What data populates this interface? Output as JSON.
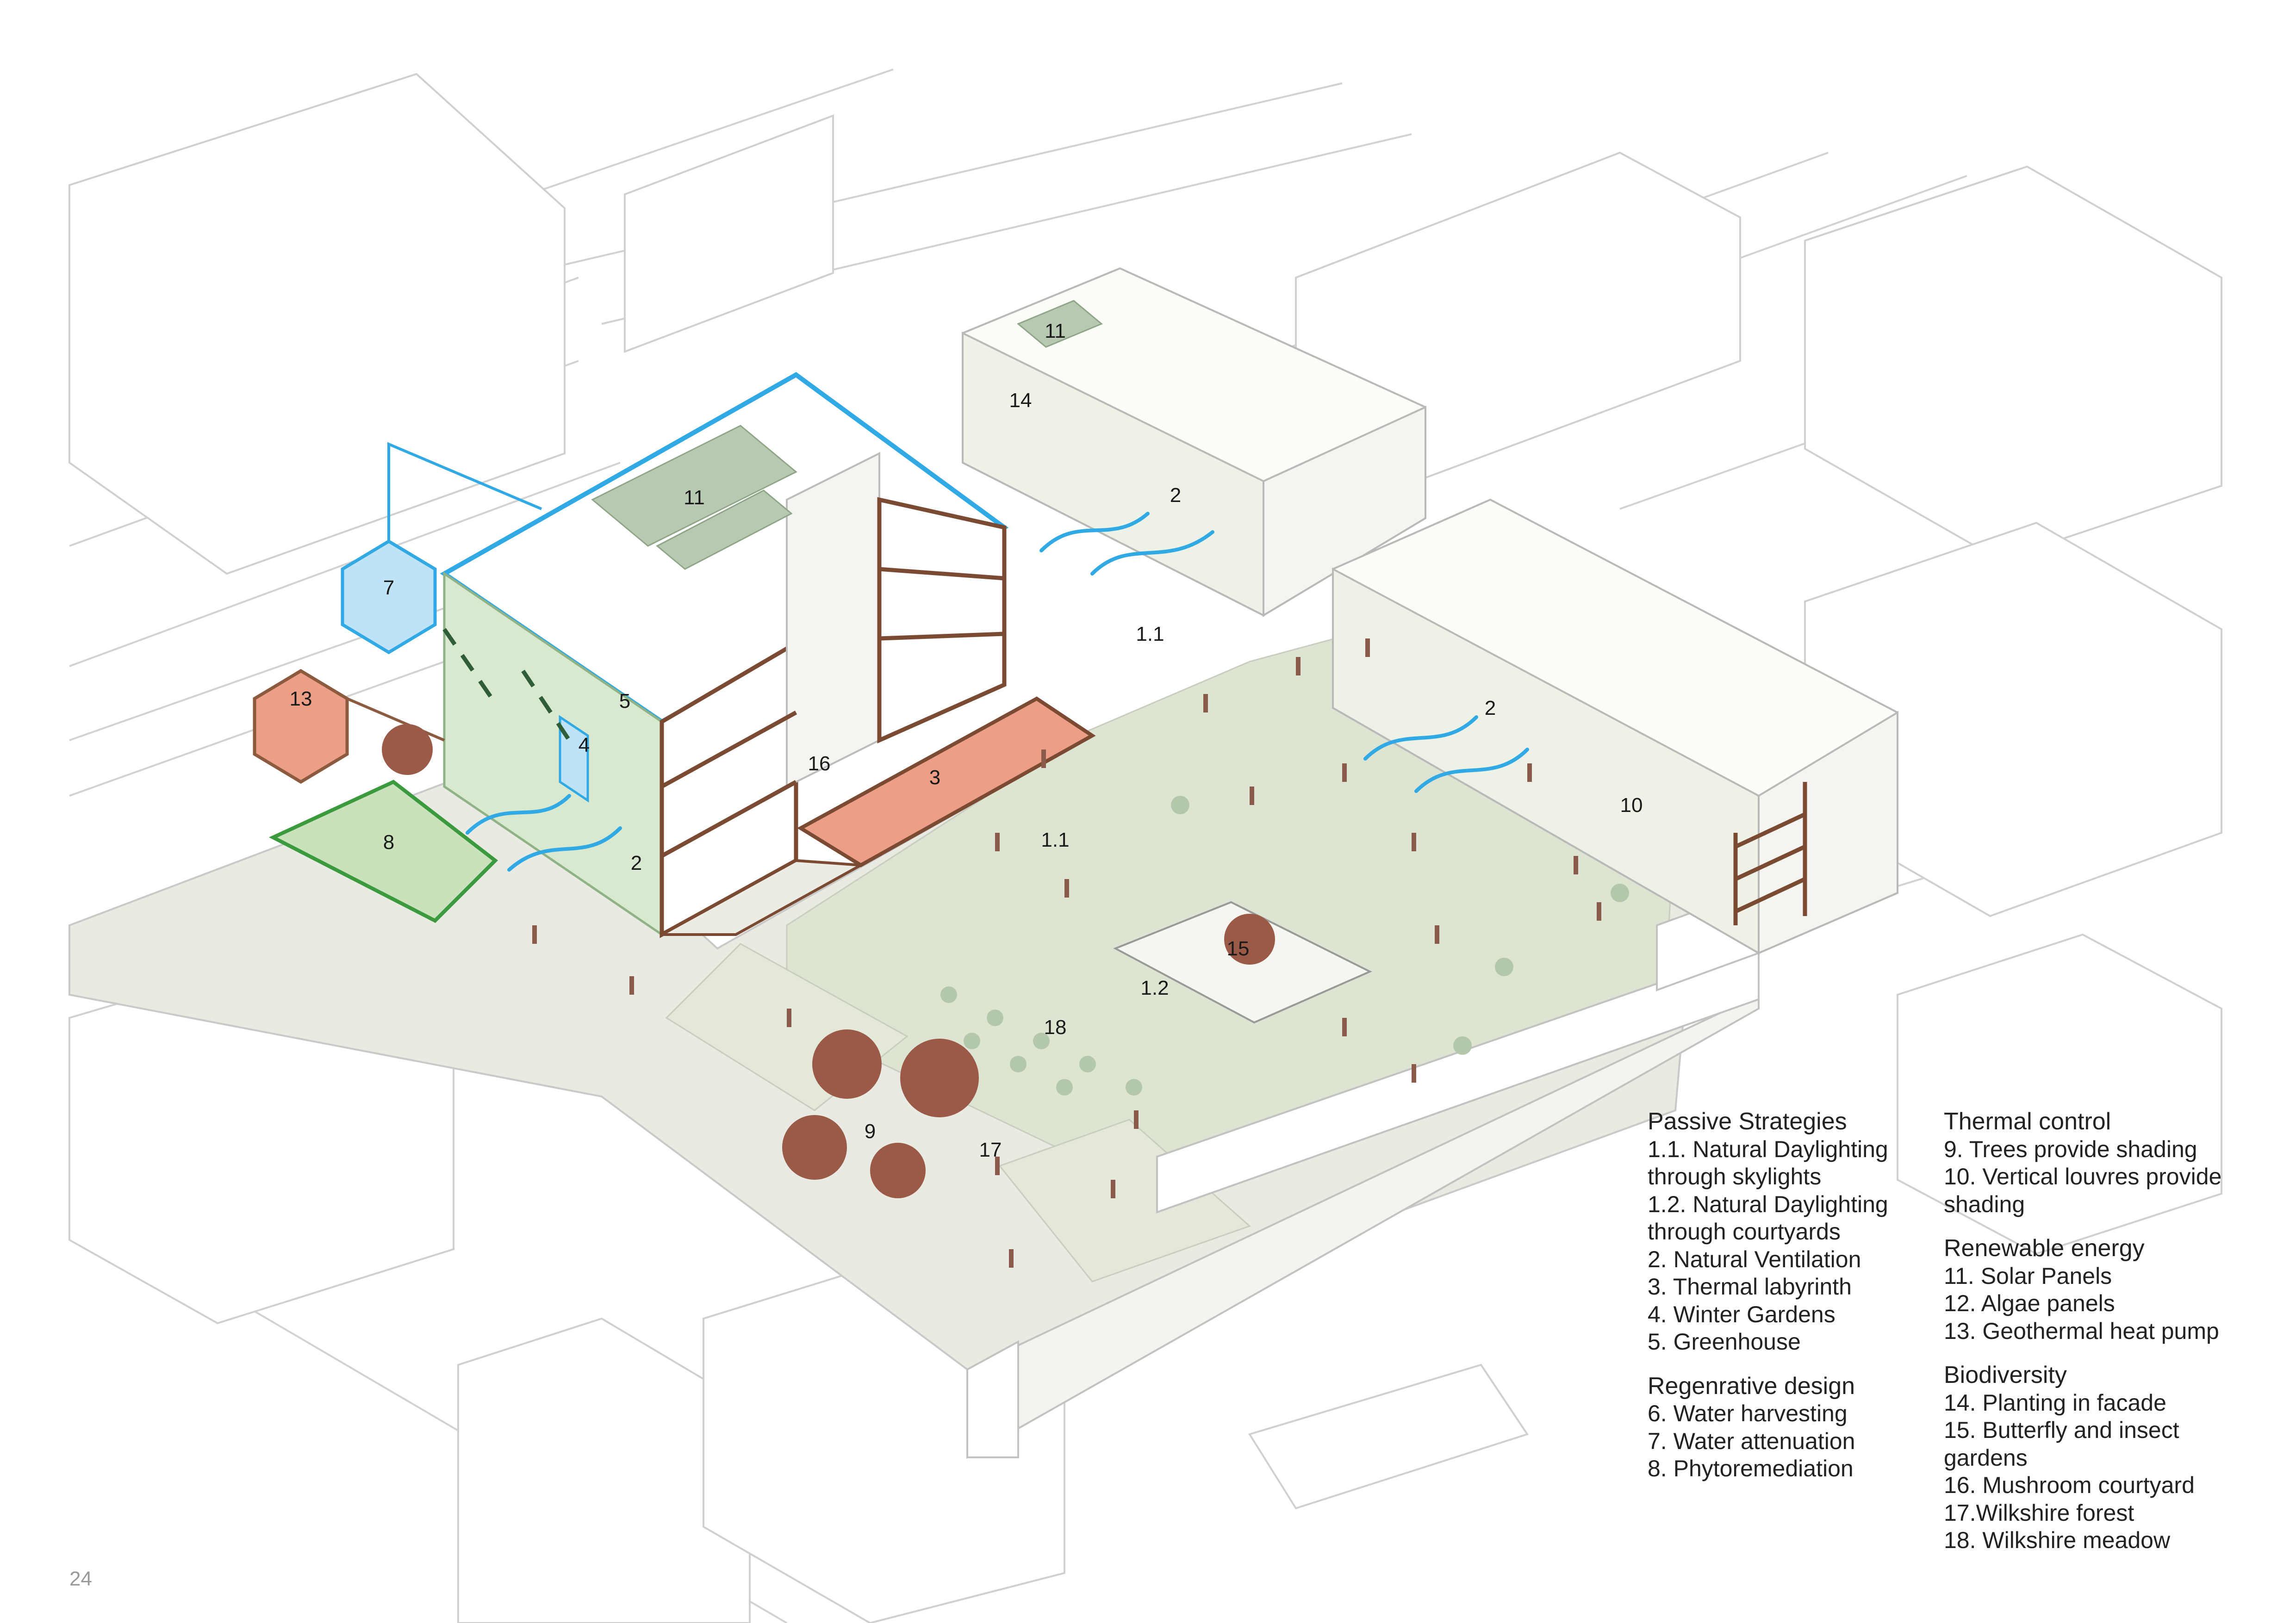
{
  "diagram": {
    "callouts": [
      {
        "id": "c11a",
        "text": "11"
      },
      {
        "id": "c11b",
        "text": "11"
      },
      {
        "id": "c14",
        "text": "14"
      },
      {
        "id": "c2a",
        "text": "2"
      },
      {
        "id": "c2b",
        "text": "2"
      },
      {
        "id": "c2c",
        "text": "2"
      },
      {
        "id": "c1_1a",
        "text": "1.1"
      },
      {
        "id": "c1_1b",
        "text": "1.1"
      },
      {
        "id": "c1_2",
        "text": "1.2"
      },
      {
        "id": "c7",
        "text": "7"
      },
      {
        "id": "c13",
        "text": "13"
      },
      {
        "id": "c5",
        "text": "5"
      },
      {
        "id": "c4",
        "text": "4"
      },
      {
        "id": "c16",
        "text": "16"
      },
      {
        "id": "c3",
        "text": "3"
      },
      {
        "id": "c8",
        "text": "8"
      },
      {
        "id": "c15",
        "text": "15"
      },
      {
        "id": "c18",
        "text": "18"
      },
      {
        "id": "c9",
        "text": "9"
      },
      {
        "id": "c17",
        "text": "17"
      },
      {
        "id": "c10",
        "text": "10"
      }
    ]
  },
  "legend": {
    "left": [
      {
        "type": "heading",
        "text": "Passive Strategies"
      },
      {
        "type": "item",
        "text": "1.1. Natural Daylighting"
      },
      {
        "type": "item",
        "text": "through skylights"
      },
      {
        "type": "item",
        "text": "1.2. Natural Daylighting"
      },
      {
        "type": "item",
        "text": "through courtyards"
      },
      {
        "type": "item",
        "text": "2. Natural Ventilation"
      },
      {
        "type": "item",
        "text": "3. Thermal labyrinth"
      },
      {
        "type": "item",
        "text": "4. Winter Gardens"
      },
      {
        "type": "item",
        "text": "5. Greenhouse"
      },
      {
        "type": "gap"
      },
      {
        "type": "heading",
        "text": "Regenrative design"
      },
      {
        "type": "item",
        "text": "6. Water harvesting"
      },
      {
        "type": "item",
        "text": "7. Water attenuation"
      },
      {
        "type": "item",
        "text": "8. Phytoremediation"
      }
    ],
    "right": [
      {
        "type": "heading",
        "text": "Thermal control"
      },
      {
        "type": "item",
        "text": "9. Trees provide shading"
      },
      {
        "type": "item",
        "text": "10. Vertical louvres provide"
      },
      {
        "type": "item",
        "text": "shading"
      },
      {
        "type": "gap"
      },
      {
        "type": "heading",
        "text": "Renewable energy"
      },
      {
        "type": "item",
        "text": "11. Solar Panels"
      },
      {
        "type": "item",
        "text": "12. Algae panels"
      },
      {
        "type": "item",
        "text": "13. Geothermal heat pump"
      },
      {
        "type": "gap"
      },
      {
        "type": "heading",
        "text": "Biodiversity"
      },
      {
        "type": "item",
        "text": "14. Planting in facade"
      },
      {
        "type": "item",
        "text": "15. Butterfly and insect"
      },
      {
        "type": "item",
        "text": "gardens"
      },
      {
        "type": "item",
        "text": "16. Mushroom courtyard"
      },
      {
        "type": "item",
        "text": "17.Wilkshire forest"
      },
      {
        "type": "item",
        "text": "18. Wilkshire meadow"
      }
    ]
  },
  "page": {
    "number": "24"
  },
  "colors": {
    "ground": "#e9eae1",
    "courtyard": "#dee4d2",
    "water_blue": "#30a9e4",
    "water_fill": "#bfe3f6",
    "geothermal": "#ec9f86",
    "geothermal_line": "#8c5a3e",
    "phyto_fill": "#c9e2bc",
    "phyto_line": "#3c9a3e",
    "timber": "#7a4a32",
    "tree": "#9a5a47",
    "line": "#c4c4c4"
  }
}
